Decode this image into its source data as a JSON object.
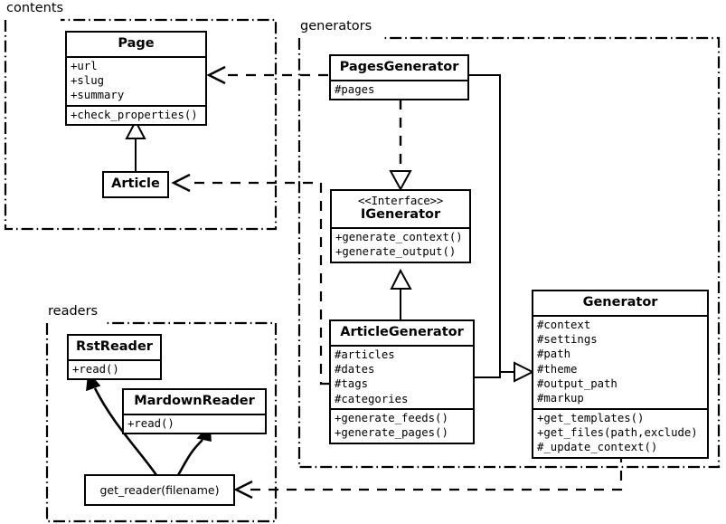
{
  "diagram": {
    "type": "uml-class-diagram",
    "background": "#ffffff",
    "stroke": "#000000"
  },
  "packages": [
    {
      "id": "contents",
      "label": "contents"
    },
    {
      "id": "generators",
      "label": "generators"
    },
    {
      "id": "readers",
      "label": "readers"
    }
  ],
  "classes": {
    "page": {
      "name": "Page",
      "attributes": [
        "+url",
        "+slug",
        "+summary"
      ],
      "methods": [
        "+check_properties()"
      ]
    },
    "article": {
      "name": "Article",
      "attributes": [],
      "methods": []
    },
    "pages_generator": {
      "name": "PagesGenerator",
      "attributes": [
        "#pages"
      ],
      "methods": []
    },
    "igenerator": {
      "stereotype": "<<Interface>>",
      "name": "IGenerator",
      "attributes": [],
      "methods": [
        "+generate_context()",
        "+generate_output()"
      ]
    },
    "article_generator": {
      "name": "ArticleGenerator",
      "attributes": [
        "#articles",
        "#dates",
        "#tags",
        "#categories"
      ],
      "methods": [
        "+generate_feeds()",
        "+generate_pages()"
      ]
    },
    "generator": {
      "name": "Generator",
      "attributes": [
        "#context",
        "#settings",
        "#path",
        "#theme",
        "#output_path",
        "#markup"
      ],
      "methods": [
        "+get_templates()",
        "+get_files(path,exclude)",
        "#_update_context()"
      ]
    },
    "rst_reader": {
      "name": "RstReader",
      "attributes": [],
      "methods": [
        "+read()"
      ]
    },
    "markdown_reader": {
      "name": "MardownReader",
      "attributes": [],
      "methods": [
        "+read()"
      ]
    },
    "get_reader": {
      "name": "get_reader(filename)"
    }
  },
  "relationships": [
    {
      "from": "article",
      "to": "page",
      "type": "generalization",
      "notation": "solid-line-hollow-triangle"
    },
    {
      "from": "pages_generator",
      "to": "igenerator",
      "type": "realization",
      "notation": "dashed-line-hollow-triangle"
    },
    {
      "from": "article_generator",
      "to": "igenerator",
      "type": "generalization",
      "notation": "solid-line-hollow-triangle"
    },
    {
      "from": "pages_generator",
      "to": "generator",
      "type": "generalization",
      "notation": "solid-line-hollow-triangle"
    },
    {
      "from": "article_generator",
      "to": "generator",
      "type": "generalization",
      "notation": "solid-line-hollow-triangle"
    },
    {
      "from": "pages_generator",
      "to": "page",
      "type": "dependency",
      "notation": "dashed-line-open-arrow"
    },
    {
      "from": "article_generator",
      "to": "article",
      "type": "dependency",
      "notation": "dashed-line-open-arrow"
    },
    {
      "from": "generator",
      "to": "get_reader",
      "type": "dependency",
      "notation": "dashed-line-open-arrow"
    },
    {
      "from": "get_reader",
      "to": "rst_reader",
      "type": "association",
      "notation": "curved-solid-arrow"
    },
    {
      "from": "get_reader",
      "to": "markdown_reader",
      "type": "association",
      "notation": "curved-solid-arrow"
    }
  ]
}
